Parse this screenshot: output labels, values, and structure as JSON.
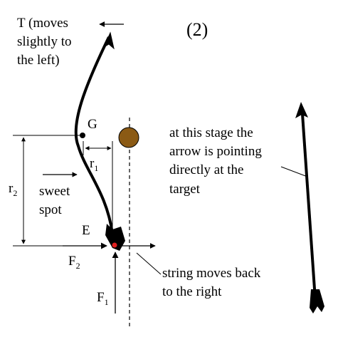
{
  "figure_number": "(2)",
  "labels": {
    "t_line1": "T (moves",
    "t_line2": "slightly to",
    "t_line3": "the left)",
    "g": "G",
    "r1_base": "r",
    "r1_sub": "1",
    "r2_base": "r",
    "r2_sub": "2",
    "sweet_line1": "sweet",
    "sweet_line2": "spot",
    "e": "E",
    "f2_base": "F",
    "f2_sub": "2",
    "f1_base": "F",
    "f1_sub": "1",
    "string_line1": "string moves back",
    "string_line2": "to the right",
    "stage_line1": "at this stage the",
    "stage_line2": "arrow is pointing",
    "stage_line3": "directly at the",
    "stage_line4": "target"
  },
  "colors": {
    "target_fill": "#8b5a14",
    "contact_dot": "#e02020",
    "ink": "#000000"
  }
}
